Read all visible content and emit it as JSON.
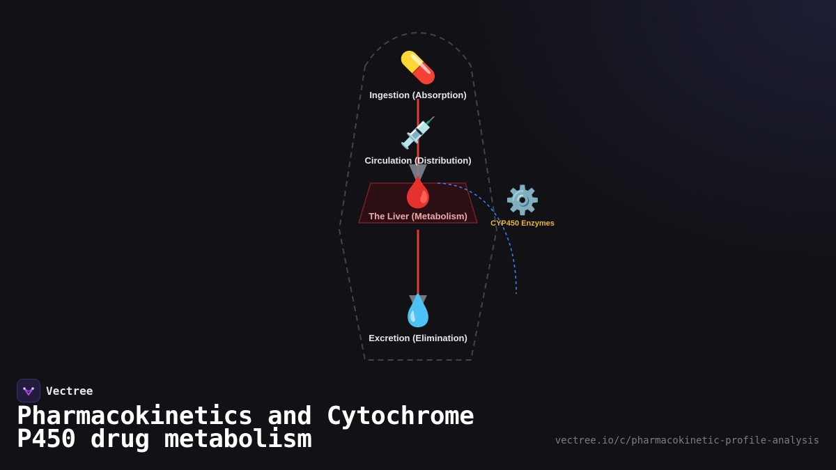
{
  "diagram": {
    "nodes": [
      {
        "id": "ingestion",
        "icon": "💊",
        "icon_name": "pill-icon",
        "label": "Ingestion (Absorption)"
      },
      {
        "id": "circulation",
        "icon": "💉",
        "icon_name": "syringe-icon",
        "label": "Circulation (Distribution)"
      },
      {
        "id": "liver",
        "icon": "🩸",
        "icon_name": "blood-drop-icon",
        "label": "The Liver (Metabolism)"
      },
      {
        "id": "excretion",
        "icon": "💧",
        "icon_name": "water-drop-icon",
        "label": "Excretion (Elimination)"
      }
    ],
    "enzyme": {
      "icon": "⚙️",
      "icon_name": "gear-icon",
      "label": "CYP450 Enzymes"
    },
    "colors": {
      "flow_line": "#e23b3b",
      "liver_fill": "#2c0f14",
      "liver_stroke": "#7a1f24",
      "body_outline": "#3c4656",
      "enzyme_link": "#3b82f6",
      "enzyme_label": "#e8b63c",
      "arrow": "#7d8594"
    }
  },
  "brand": {
    "name": "Vectree",
    "logo_icon": "vectree-logo-icon"
  },
  "title": "Pharmacokinetics and Cytochrome P450 drug metabolism",
  "url": "vectree.io/c/pharmacokinetic-profile-analysis"
}
